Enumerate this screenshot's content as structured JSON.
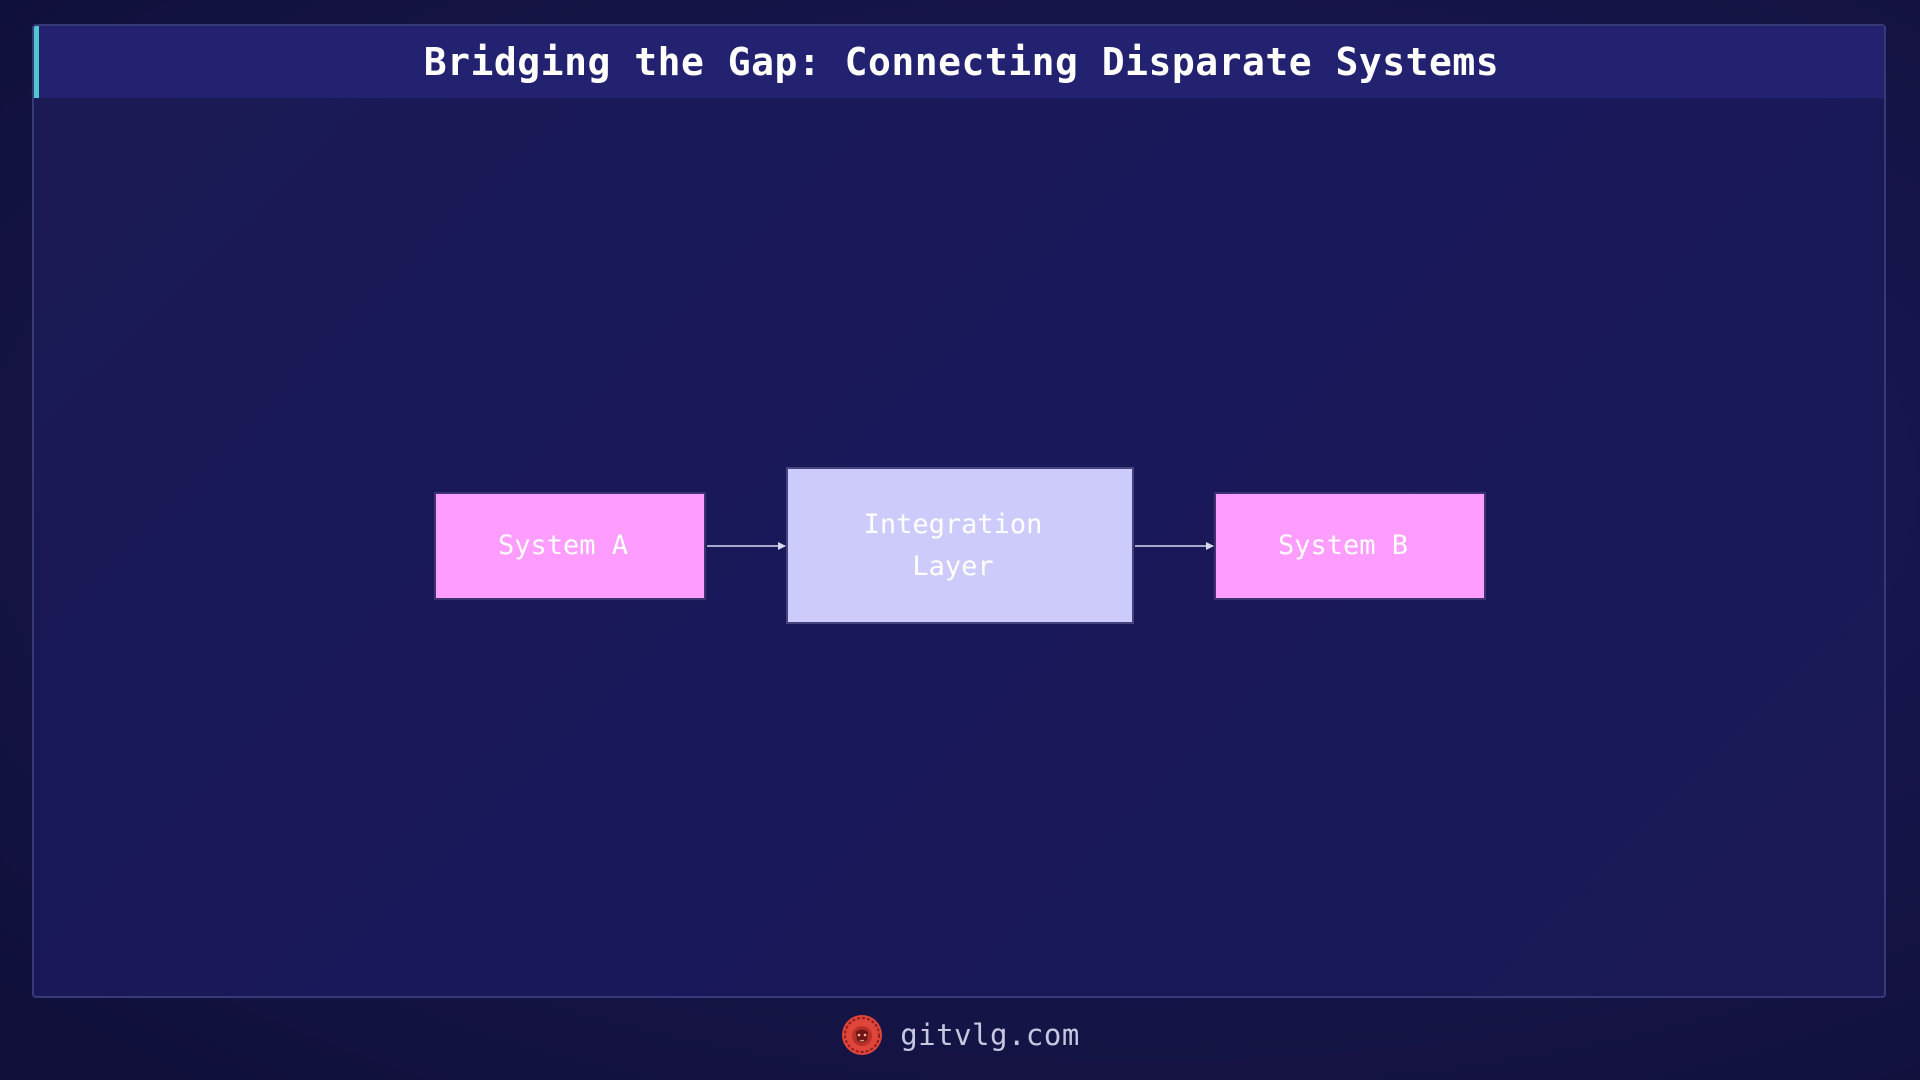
{
  "title": "Bridging the Gap: Connecting Disparate Systems",
  "diagram": {
    "nodes": [
      {
        "id": "system-a",
        "label": "System A",
        "fill": "#ff9cff"
      },
      {
        "id": "integration-layer",
        "label": "Integration\nLayer",
        "fill": "#cccbfc"
      },
      {
        "id": "system-b",
        "label": "System B",
        "fill": "#ff9cff"
      }
    ],
    "edges": [
      {
        "from": "system-a",
        "to": "integration-layer"
      },
      {
        "from": "integration-layer",
        "to": "system-b"
      }
    ]
  },
  "footer": {
    "site": "gitvlg.com",
    "logo_icon": "lion-head-icon"
  },
  "colors": {
    "background": "#16154a",
    "title_bar": "#222271",
    "accent": "#4fc9cf",
    "system_node": "#ff9cff",
    "integration_node": "#cccbfc",
    "edge": "#d8d8ee",
    "logo": "#e0453a"
  }
}
